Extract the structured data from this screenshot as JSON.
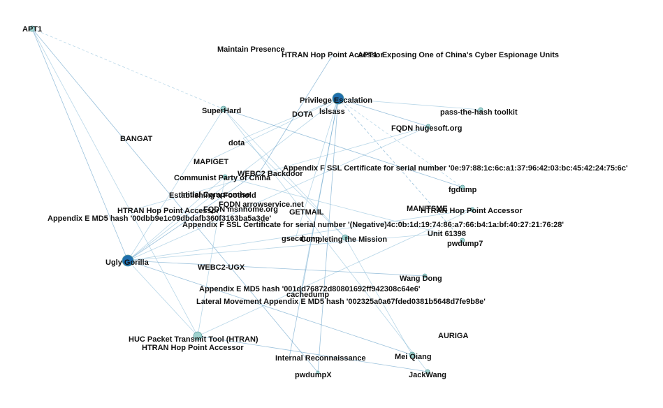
{
  "colors": {
    "background": "#ffffff",
    "edge": "#7fb7d6",
    "edge_dark": "#4a8fbf",
    "hub_node": "#1f6fae",
    "node": "#9fd3cf"
  },
  "nodes": [
    {
      "id": "apt1",
      "label": "APT1",
      "kind": "minor"
    },
    {
      "id": "maintain-presence",
      "label": "Maintain Presence",
      "kind": "label"
    },
    {
      "id": "htran-hop-1",
      "label": "HTRAN Hop Point Accessor",
      "kind": "label"
    },
    {
      "id": "apt1-report",
      "label": "APT1: Exposing One of China's Cyber Espionage Units",
      "kind": "label"
    },
    {
      "id": "privilege-escalation",
      "label": "Privilege Escalation",
      "kind": "hub"
    },
    {
      "id": "lslsass",
      "label": "lslsass",
      "kind": "label"
    },
    {
      "id": "pass-the-hash",
      "label": "pass-the-hash toolkit",
      "kind": "minor"
    },
    {
      "id": "superhard",
      "label": "SuperHard",
      "kind": "minor"
    },
    {
      "id": "dota-upper",
      "label": "DOTA",
      "kind": "label"
    },
    {
      "id": "fqdn-hugesoft",
      "label": "FQDN hugesoft.org",
      "kind": "minor"
    },
    {
      "id": "bangat",
      "label": "BANGAT",
      "kind": "label"
    },
    {
      "id": "dota-lower",
      "label": "dota",
      "kind": "label"
    },
    {
      "id": "mapiget",
      "label": "MAPIGET",
      "kind": "label"
    },
    {
      "id": "webc2-backdoor",
      "label": "WEBC2 Backdoor",
      "kind": "label"
    },
    {
      "id": "ssl-cert-1",
      "label": "Appendix F SSL Certificate for serial number '0e:97:88:1c:6c:a1:37:96:42:03:bc:45:42:24:75:6c'",
      "kind": "label"
    },
    {
      "id": "communist-party",
      "label": "Communist Party of China",
      "kind": "minor"
    },
    {
      "id": "fgdump",
      "label": "fgdump",
      "kind": "minor"
    },
    {
      "id": "establishing-foothold",
      "label": "Establishing a Foothold",
      "kind": "label"
    },
    {
      "id": "initial-compromise",
      "label": "Initial Compromise",
      "kind": "label"
    },
    {
      "id": "fqdn-arrowservice",
      "label": "FQDN arrowservice.net",
      "kind": "label"
    },
    {
      "id": "htran-hop-2",
      "label": "HTRAN Hop Point Accessor",
      "kind": "label"
    },
    {
      "id": "fqdn-msnhome",
      "label": "FQDN msnhome.org",
      "kind": "label"
    },
    {
      "id": "getmail",
      "label": "GETMAIL",
      "kind": "label"
    },
    {
      "id": "mantsmf",
      "label": "MANITSME",
      "kind": "label"
    },
    {
      "id": "htran-hop-3",
      "label": "HTRAN Hop Point Accessor",
      "kind": "minor"
    },
    {
      "id": "md5-00dbb9",
      "label": "Appendix E MD5 hash '00dbb9e1c09dbdafb360f3163ba5a3de'",
      "kind": "label"
    },
    {
      "id": "ssl-cert-2",
      "label": "Appendix F SSL Certificate for serial number '(Negative)4c:0b:1d:19:74:86:a7:66:b4:1a:bf:40:27:21:76:28'",
      "kind": "label"
    },
    {
      "id": "unit-61398",
      "label": "Unit 61398",
      "kind": "label"
    },
    {
      "id": "gsecdump",
      "label": "gsecdump",
      "kind": "label"
    },
    {
      "id": "completing-mission",
      "label": "Completing the Mission",
      "kind": "minor"
    },
    {
      "id": "pwdump7",
      "label": "pwdump7",
      "kind": "minor"
    },
    {
      "id": "ugly-gorilla",
      "label": "Ugly Gorilla",
      "kind": "hub"
    },
    {
      "id": "webc2-ugx",
      "label": "WEBC2-UGX",
      "kind": "label"
    },
    {
      "id": "wang-dong",
      "label": "Wang Dong",
      "kind": "minor"
    },
    {
      "id": "md5-001dd7",
      "label": "Appendix E MD5 hash '001dd76872d80801692ff942308c64e6'",
      "kind": "label"
    },
    {
      "id": "cachedump",
      "label": "cachedump",
      "kind": "label"
    },
    {
      "id": "lateral-movement-md5",
      "label": "Lateral Movement Appendix E MD5 hash '002325a0a67fded0381b5648d7fe9b8e'",
      "kind": "label"
    },
    {
      "id": "auriga",
      "label": "AURIGA",
      "kind": "label"
    },
    {
      "id": "huc-htran",
      "label": "HUC Packet Transmit Tool (HTRAN)",
      "kind": "minor"
    },
    {
      "id": "htran-hop-4",
      "label": "HTRAN Hop Point Accessor",
      "kind": "label"
    },
    {
      "id": "mei-qiang",
      "label": "Mei Qiang",
      "kind": "minor"
    },
    {
      "id": "internal-recon",
      "label": "Internal Reconnaissance",
      "kind": "label"
    },
    {
      "id": "pwdumpx",
      "label": "pwdumpX",
      "kind": "minor"
    },
    {
      "id": "jackwang",
      "label": "JackWang",
      "kind": "minor"
    }
  ],
  "edges": [
    [
      "apt1",
      "ugly-gorilla"
    ],
    [
      "apt1",
      "superhard"
    ],
    [
      "apt1",
      "huc-htran"
    ],
    [
      "apt1",
      "pwdumpx"
    ],
    [
      "privilege-escalation",
      "pass-the-hash"
    ],
    [
      "privilege-escalation",
      "fgdump"
    ],
    [
      "privilege-escalation",
      "pwdump7"
    ],
    [
      "privilege-escalation",
      "gsecdump"
    ],
    [
      "privilege-escalation",
      "cachedump"
    ],
    [
      "privilege-escalation",
      "pwdumpx"
    ],
    [
      "privilege-escalation",
      "lslsass"
    ],
    [
      "privilege-escalation",
      "ugly-gorilla"
    ],
    [
      "privilege-escalation",
      "fqdn-hugesoft"
    ],
    [
      "privilege-escalation",
      "dota-lower"
    ],
    [
      "privilege-escalation",
      "mapiget"
    ],
    [
      "privilege-escalation",
      "internal-recon"
    ],
    [
      "ugly-gorilla",
      "superhard"
    ],
    [
      "ugly-gorilla",
      "fqdn-hugesoft"
    ],
    [
      "ugly-gorilla",
      "wang-dong"
    ],
    [
      "ugly-gorilla",
      "huc-htran"
    ],
    [
      "ugly-gorilla",
      "communist-party"
    ],
    [
      "ugly-gorilla",
      "mei-qiang"
    ],
    [
      "ugly-gorilla",
      "unit-61398"
    ],
    [
      "ugly-gorilla",
      "htran-hop-3"
    ],
    [
      "ugly-gorilla",
      "webc2-backdoor"
    ],
    [
      "superhard",
      "jackwang"
    ],
    [
      "superhard",
      "completing-mission"
    ],
    [
      "superhard",
      "fgdump"
    ],
    [
      "huc-htran",
      "htran-hop-3"
    ],
    [
      "huc-htran",
      "communist-party"
    ],
    [
      "huc-htran",
      "jackwang"
    ],
    [
      "completing-mission",
      "mei-qiang"
    ],
    [
      "fqdn-hugesoft",
      "htran-hop-2"
    ],
    [
      "htran-hop-1",
      "webc2-backdoor"
    ],
    [
      "communist-party",
      "unit-61398"
    ],
    [
      "dota-lower",
      "completing-mission"
    ]
  ],
  "dashed_edges": [
    [
      "privilege-escalation",
      "fgdump"
    ],
    [
      "privilege-escalation",
      "pwdump7"
    ],
    [
      "apt1",
      "superhard"
    ]
  ]
}
